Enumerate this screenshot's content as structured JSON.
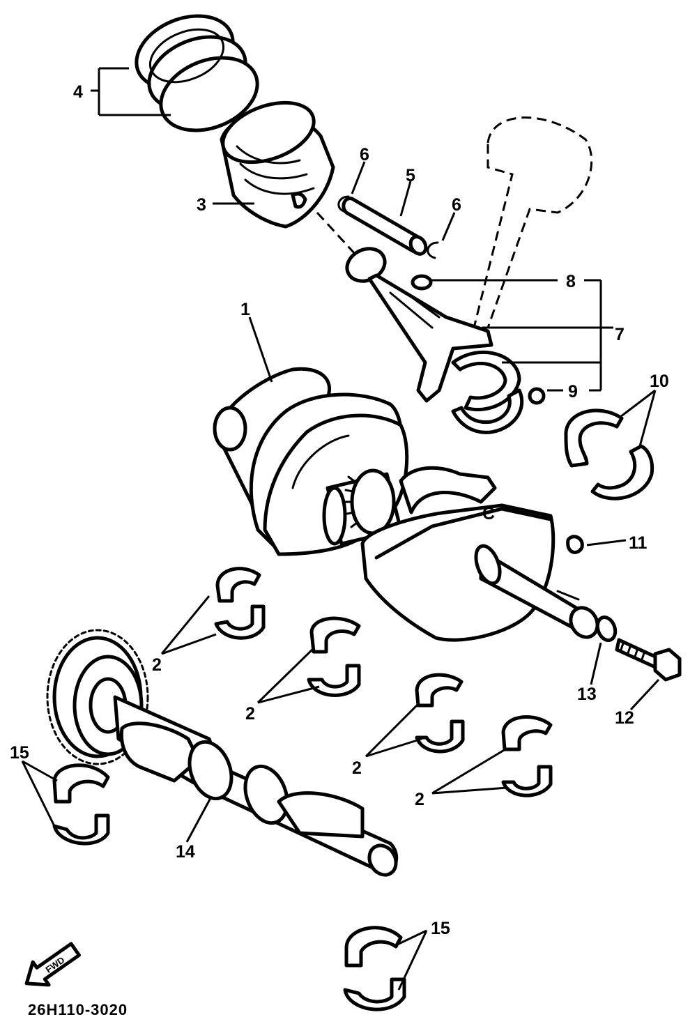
{
  "drawing_code": "26H110-3020",
  "fwd_label": "FWD",
  "crank_mark": "C",
  "callouts": {
    "c1": "1",
    "c2a": "2",
    "c2b": "2",
    "c2c": "2",
    "c2d": "2",
    "c3": "3",
    "c4": "4",
    "c5": "5",
    "c6a": "6",
    "c6b": "6",
    "c7": "7",
    "c8": "8",
    "c9": "9",
    "c10": "10",
    "c11": "11",
    "c12": "12",
    "c13": "13",
    "c14": "14",
    "c15a": "15",
    "c15b": "15"
  }
}
